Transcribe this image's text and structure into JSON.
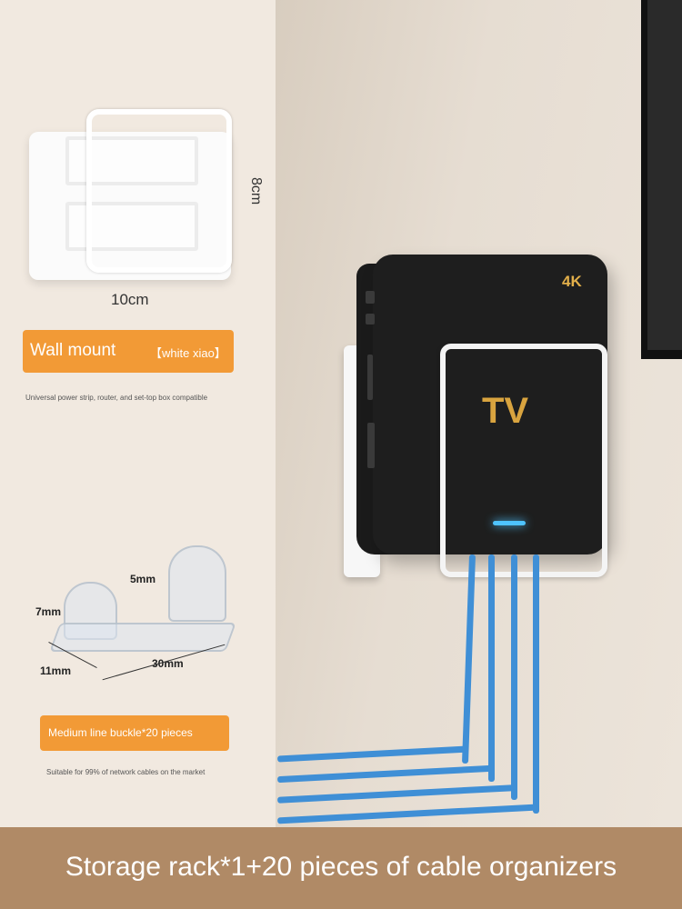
{
  "product": {
    "dim_height": "8cm",
    "dim_width": "10cm"
  },
  "wall_mount": {
    "title": "Wall mount",
    "variant": "【white xiao】",
    "note": "Universal power strip, router, and set-top box compatible"
  },
  "cable_clip": {
    "dim_opening": "5mm",
    "dim_height": "7mm",
    "dim_depth": "11mm",
    "dim_length": "30mm",
    "title": "Medium line buckle*20 pieces",
    "note": "Suitable for 99% of network cables on the market"
  },
  "device": {
    "badge_4k": "4K",
    "logo": "TV"
  },
  "banner": {
    "text": "Storage rack*1+20 pieces of cable organizers"
  },
  "colors": {
    "accent_orange": "#f29a36",
    "banner_brown": "#b08a66",
    "cable_blue": "#3f8fd6",
    "gold": "#d9a43f"
  }
}
